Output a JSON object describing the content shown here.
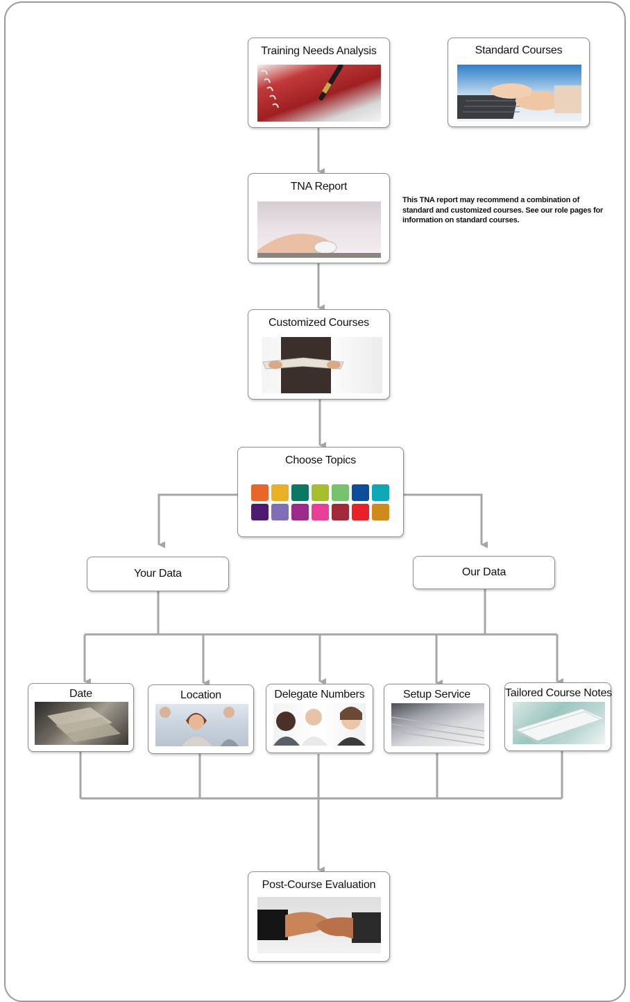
{
  "nodes": {
    "tna": "Training Needs Analysis",
    "standard": "Standard Courses",
    "report": "TNA Report",
    "customized": "Customized Courses",
    "topics": "Choose Topics",
    "your_data": "Your Data",
    "our_data": "Our Data",
    "date": "Date",
    "location": "Location",
    "delegate": "Delegate Numbers",
    "setup": "Setup Service",
    "notes": "Tailored Course Notes",
    "evaluation": "Post-Course Evaluation"
  },
  "note": "This TNA report may recommend a combination of standard and customized courses. See our role pages for information on standard courses.",
  "topic_colors": [
    "#e8662a",
    "#e9b025",
    "#0d7763",
    "#a9be2d",
    "#76c26f",
    "#0e4d9c",
    "#0ea7b5",
    "#4e1a6f",
    "#7f6db5",
    "#9b2a8a",
    "#e83f97",
    "#a02a3a",
    "#e7202a",
    "#d08a1c"
  ],
  "connector_color": "#a6a6a6"
}
